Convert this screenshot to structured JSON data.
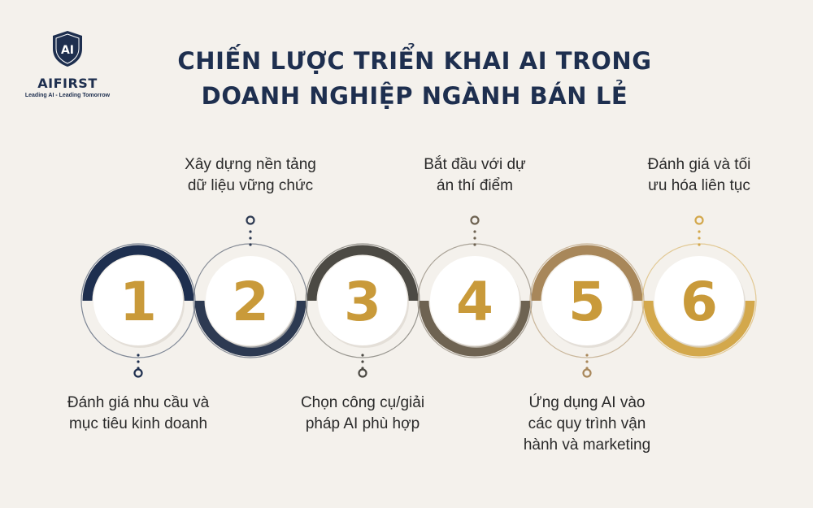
{
  "brand": {
    "name": "AIFIRST",
    "emblem_text": "AI",
    "tagline": "Leading AI - Leading Tomorrow",
    "color": "#1e2f4f"
  },
  "title": {
    "line1": "CHIẾN LƯỢC TRIỂN KHAI AI TRONG",
    "line2": "DOANH NGHIỆP NGÀNH BÁN LẺ"
  },
  "steps": [
    {
      "number": "1",
      "label_lines": [
        "Đánh giá nhu cầu và",
        "mục tiêu kinh doanh"
      ],
      "label_position": "bottom",
      "ring_color": "#1e2f4f"
    },
    {
      "number": "2",
      "label_lines": [
        "Xây dựng nền tảng",
        "dữ liệu vững chức"
      ],
      "label_position": "top",
      "ring_color": "#2d3a52"
    },
    {
      "number": "3",
      "label_lines": [
        "Chọn công cụ/giải",
        "pháp AI phù hợp"
      ],
      "label_position": "bottom",
      "ring_color": "#4c4a44"
    },
    {
      "number": "4",
      "label_lines": [
        "Bắt đầu với dự",
        "án thí điểm"
      ],
      "label_position": "top",
      "ring_color": "#6e6352"
    },
    {
      "number": "5",
      "label_lines": [
        "Ứng dụng AI vào",
        "các quy trình vận",
        "hành và marketing"
      ],
      "label_position": "bottom",
      "ring_color": "#a8875a"
    },
    {
      "number": "6",
      "label_lines": [
        "Đánh giá và tối",
        "ưu hóa liên tục"
      ],
      "label_position": "top",
      "ring_color": "#d3a84c"
    }
  ],
  "colors": {
    "background": "#f4f1ec",
    "number": "#c99a3a",
    "title": "#1e2f4f",
    "label": "#2a2a2a"
  }
}
